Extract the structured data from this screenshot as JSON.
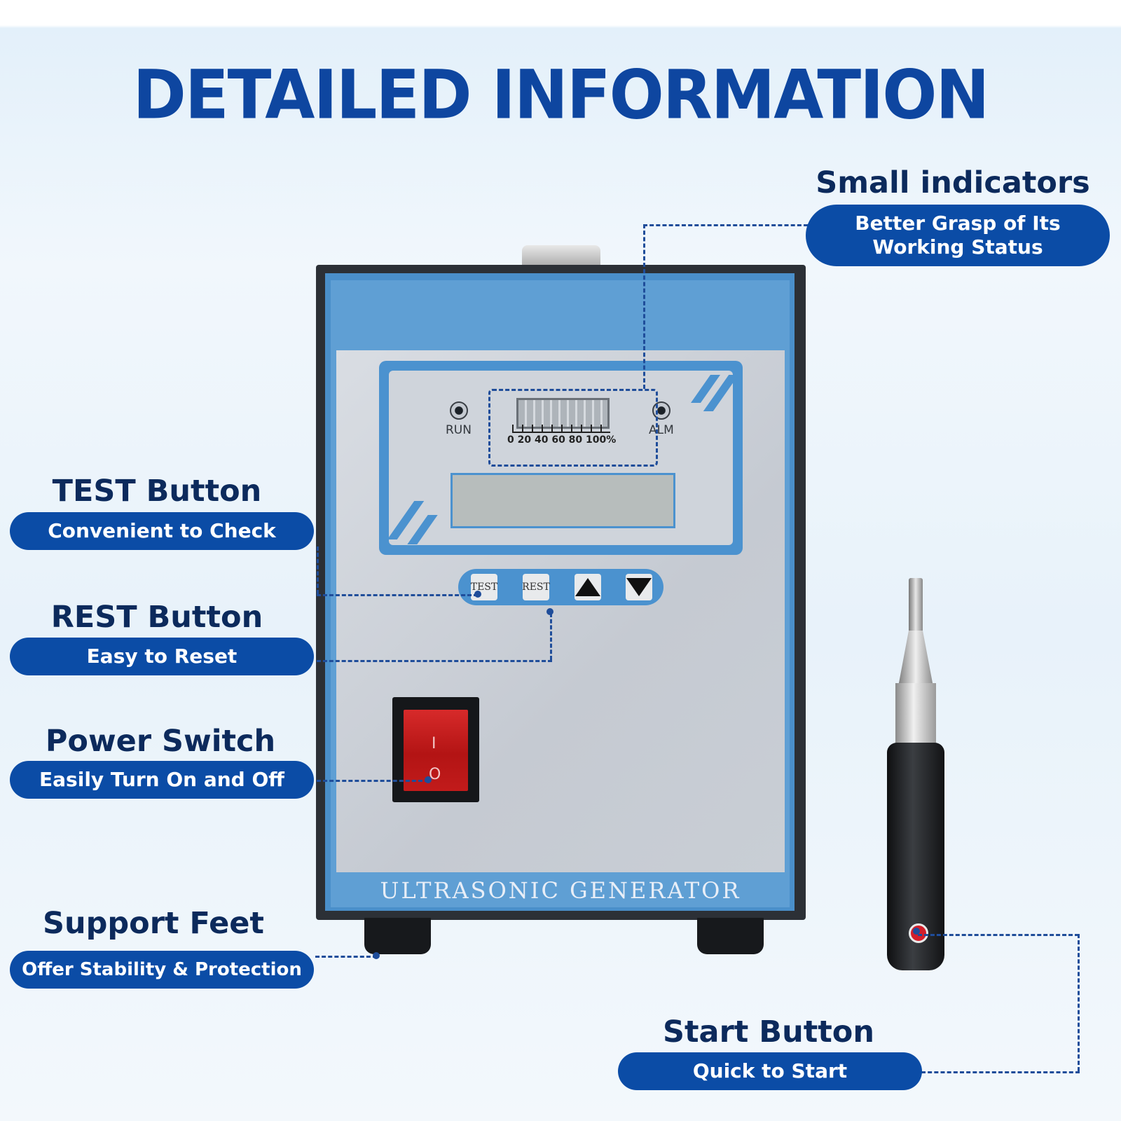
{
  "title": "DETAILED INFORMATION",
  "callouts": {
    "indicators": {
      "title": "Small indicators",
      "pill": "Better Grasp of Its Working Status"
    },
    "test": {
      "title": "TEST Button",
      "pill": "Convenient to Check"
    },
    "rest": {
      "title": "REST Button",
      "pill": "Easy to Reset"
    },
    "power": {
      "title": "Power Switch",
      "pill": "Easily Turn On and Off"
    },
    "feet": {
      "title": "Support Feet",
      "pill": "Offer Stability & Protection"
    },
    "start": {
      "title": "Start Button",
      "pill": "Quick to Start"
    }
  },
  "device": {
    "brand": "ULTRASONIC   GENERATOR",
    "led_run": "RUN",
    "led_alm": "ALM",
    "scale": "0  20 40 60 80 100%",
    "btn_test": "TEST",
    "btn_rest": "REST",
    "switch_on": "I",
    "switch_off": "O"
  },
  "colors": {
    "accent": "#0b4ca6",
    "title": "#0e46a0",
    "panel_blue": "#4b92cf"
  }
}
